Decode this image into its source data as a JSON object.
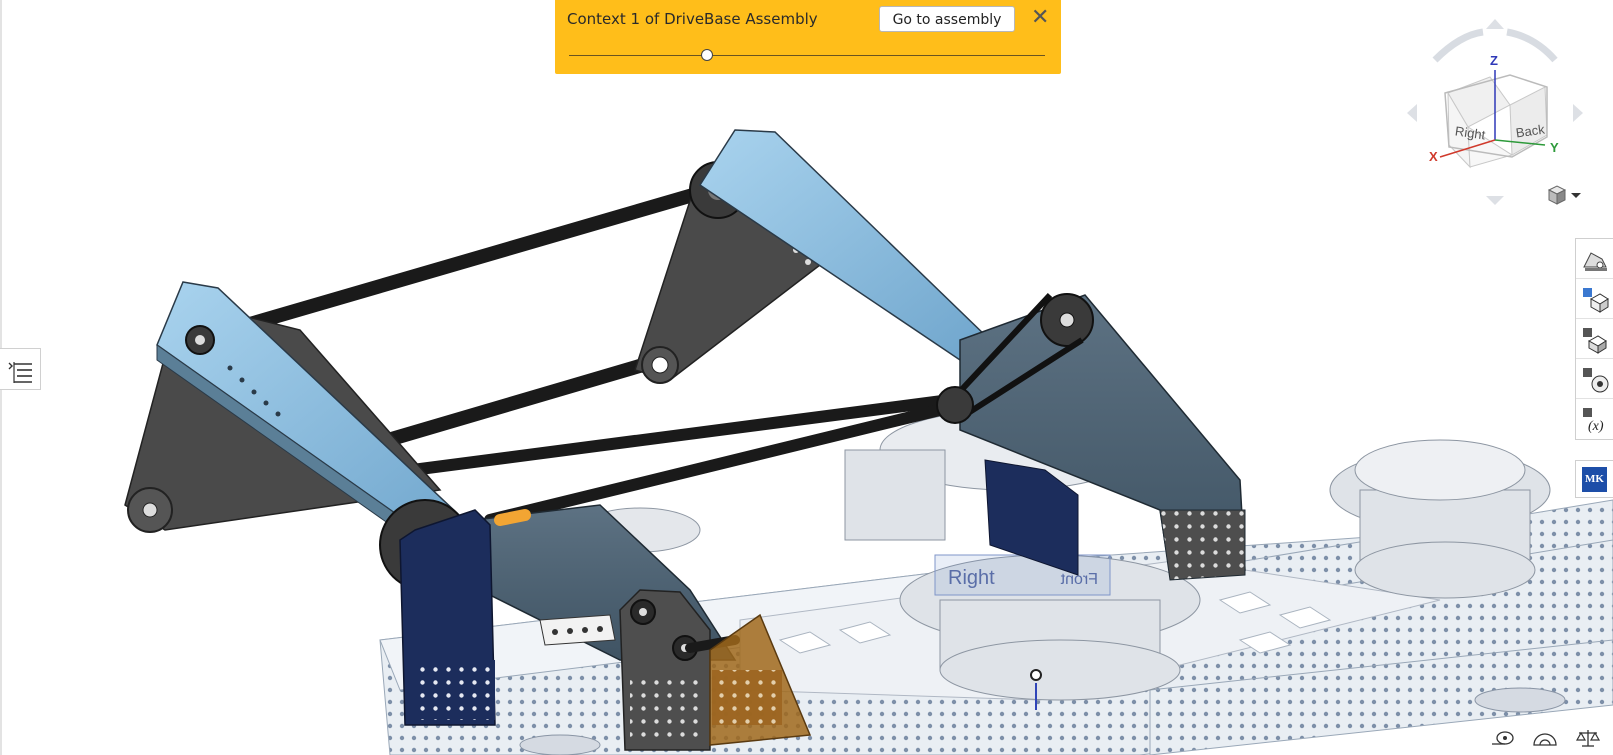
{
  "context_banner": {
    "title": "Context 1 of DriveBase Assembly",
    "goto_label": "Go to assembly",
    "close_glyph": "✕",
    "slider_value_fraction": 0.29,
    "background_color": "#ffbe1a"
  },
  "view_cube": {
    "faces": {
      "right": "Right",
      "back": "Back"
    },
    "axes": {
      "x": "X",
      "y": "Y",
      "z": "Z"
    },
    "axis_colors": {
      "x": "#d03a2c",
      "y": "#2d9a3a",
      "z": "#2f39b8"
    }
  },
  "scene": {
    "in_scene_labels": {
      "right": "Right",
      "front": "Front"
    },
    "colors": {
      "light_blue_bar": "#8fc1e0",
      "dark_gray_plate": "#4a4a4a",
      "navy_plate": "#1c2d5c",
      "amber_plate": "#a0681b",
      "chassis_white": "#e9eef3"
    }
  },
  "left_panel_toggle": {
    "icon": "list-indent-icon"
  },
  "right_toolbar": {
    "items": [
      {
        "icon": "render-studio-icon"
      },
      {
        "icon": "part-studio-grid-icon"
      },
      {
        "icon": "assembly-grid-icon"
      },
      {
        "icon": "mate-connector-icon"
      },
      {
        "icon": "variables-icon"
      }
    ],
    "extra": {
      "icon": "mk-app-icon",
      "label": "MK"
    }
  },
  "bottom_tools": [
    {
      "icon": "tape-measure-icon"
    },
    {
      "icon": "protractor-icon"
    },
    {
      "icon": "mass-properties-icon"
    }
  ]
}
